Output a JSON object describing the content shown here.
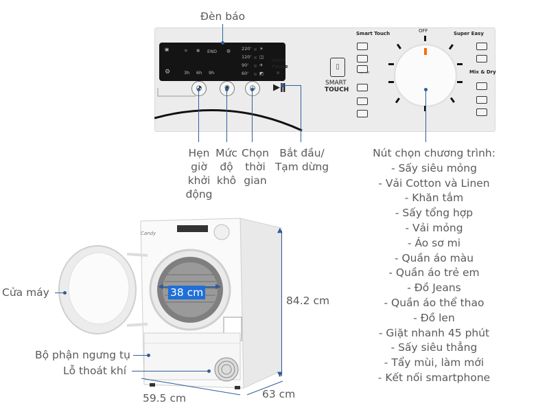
{
  "labels": {
    "indicator": "Đèn báo",
    "timer_lines": [
      "Hẹn",
      "giờ",
      "khởi",
      "động"
    ],
    "dryness_lines": [
      "Mức",
      "độ",
      "khô"
    ],
    "time_lines": [
      "Chọn",
      "thời",
      "gian"
    ],
    "start_lines": [
      "Bắt đầu/",
      "Tạm dừng"
    ],
    "program_title": "Nút chọn chương trình:",
    "programs": [
      "- Sấy siêu mỏng",
      "- Vải Cotton và Linen",
      "- Khăn tắm",
      "- Sấy tổng hợp",
      "- Vải mỏng",
      "- Áo sơ mi",
      "- Quần áo màu",
      "- Quần áo trẻ em",
      "- Đồ Jeans",
      "- Quần áo thể thao",
      "- Đồ len",
      "- Giặt nhanh 45 phút",
      "- Sấy siêu thẳng",
      "- Tẩy mùi, làm mới",
      "- Kết nối smartphone"
    ],
    "door": "Cửa máy",
    "condenser": "Bộ phận ngưng tụ",
    "vent": "Lỗ thoát khí",
    "drum_width": "38 cm",
    "height": "84.2 cm",
    "width": "59.5 cm",
    "depth": "63 cm"
  },
  "panel": {
    "display_top": [
      "END"
    ],
    "temps": [
      "220'",
      "120'",
      "90'",
      "60'"
    ],
    "hours": [
      "3h",
      "6h",
      "9h"
    ],
    "start_pause": [
      "Start",
      "Pause"
    ],
    "smart_touch": [
      "SMART",
      "TOUCH"
    ],
    "knob_off": "OFF",
    "smart_touch_label": "Smart Touch",
    "super_easy": "Super Easy",
    "mix_dry": "Mix & Dry",
    "prog_45": "45min",
    "brand": "Candy"
  },
  "colors": {
    "accent_line": "#2f5d9a",
    "drum_label_bg": "#1f6fd8",
    "knob_tick": "#ff6a00"
  }
}
